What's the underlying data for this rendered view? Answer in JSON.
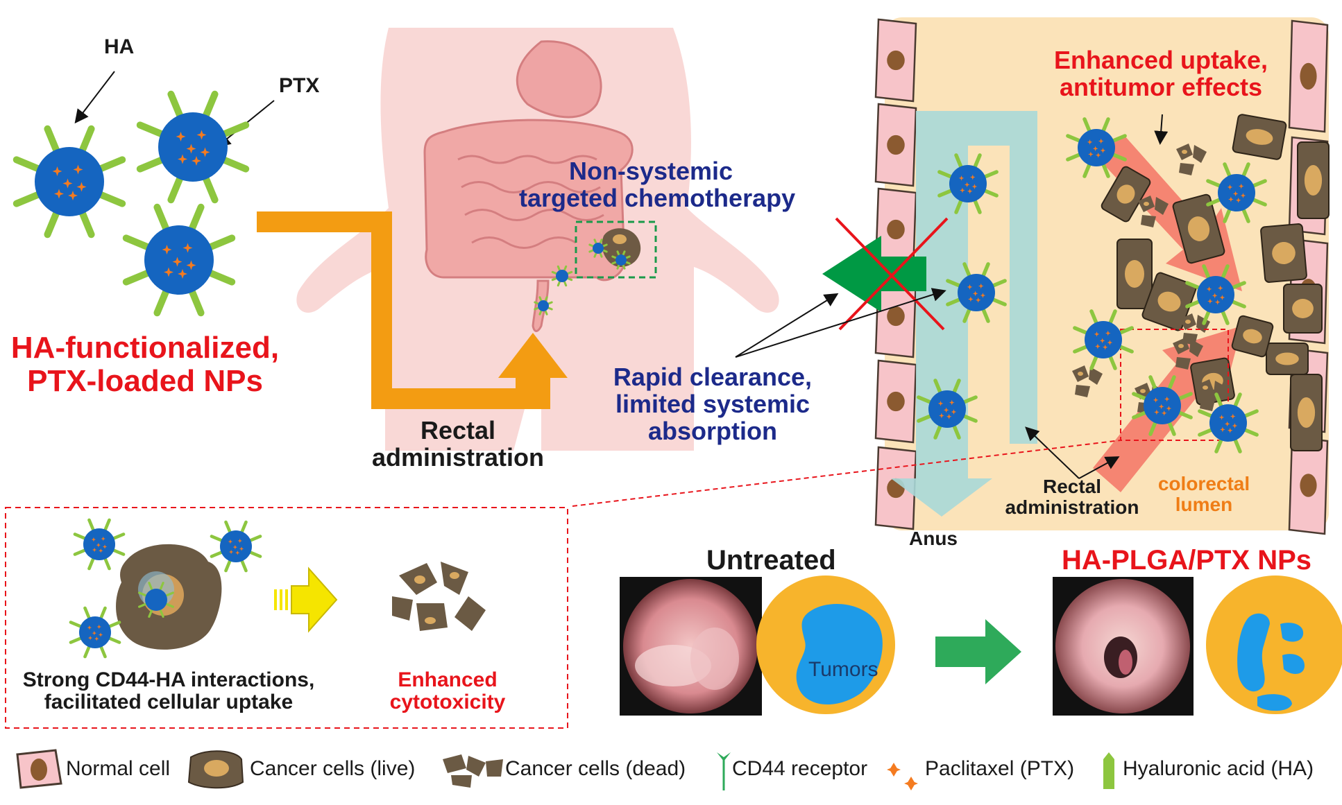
{
  "nanoparticle_panel": {
    "ha_label": "HA",
    "ptx_label": "PTX",
    "title_line1": "HA-functionalized,",
    "title_line2": "PTX-loaded NPs"
  },
  "body_panel": {
    "route_line1": "Rectal",
    "route_line2": "administration",
    "therapy_line1": "Non-systemic",
    "therapy_line2": "targeted chemotherapy",
    "clearance_line1": "Rapid clearance,",
    "clearance_line2": "limited systemic",
    "clearance_line3": "absorption"
  },
  "lumen_panel": {
    "uptake_line1": "Enhanced uptake,",
    "uptake_line2": "antitumor effects",
    "route_line1": "Rectal",
    "route_line2": "administration",
    "lumen_line1": "colorectal",
    "lumen_line2": "lumen",
    "anus_label": "Anus"
  },
  "cell_panel": {
    "interaction_line1": "Strong CD44-HA interactions,",
    "interaction_line2": "facilitated cellular uptake",
    "effect_line1": "Enhanced",
    "effect_line2": "cytotoxicity"
  },
  "endoscopy": {
    "untreated_label": "Untreated",
    "treated_label": "HA-PLGA/PTX NPs",
    "tumor_label": "Tumors"
  },
  "legend": [
    {
      "label": "Normal cell"
    },
    {
      "label": "Cancer cells (live)"
    },
    {
      "label": "Cancer cells (dead)"
    },
    {
      "label": "CD44 receptor"
    },
    {
      "label": "Paclitaxel (PTX)"
    },
    {
      "label": "Hyaluronic acid (HA)"
    }
  ],
  "colors": {
    "np_core": "#1565c0",
    "ha_chain": "#8dc63f",
    "ptx": "#f47b20",
    "route_arrow": "#f39c12",
    "lumen_bg": "#fbe3b9",
    "flow": "#a8d8d8",
    "clearance_arrow": "#009944",
    "uptake_arrow": "#f47a6a",
    "tumor": "#1e9be8",
    "tissue": "#f7b42c",
    "accent_red": "#e8141b",
    "accent_navy": "#1c2a8a"
  }
}
